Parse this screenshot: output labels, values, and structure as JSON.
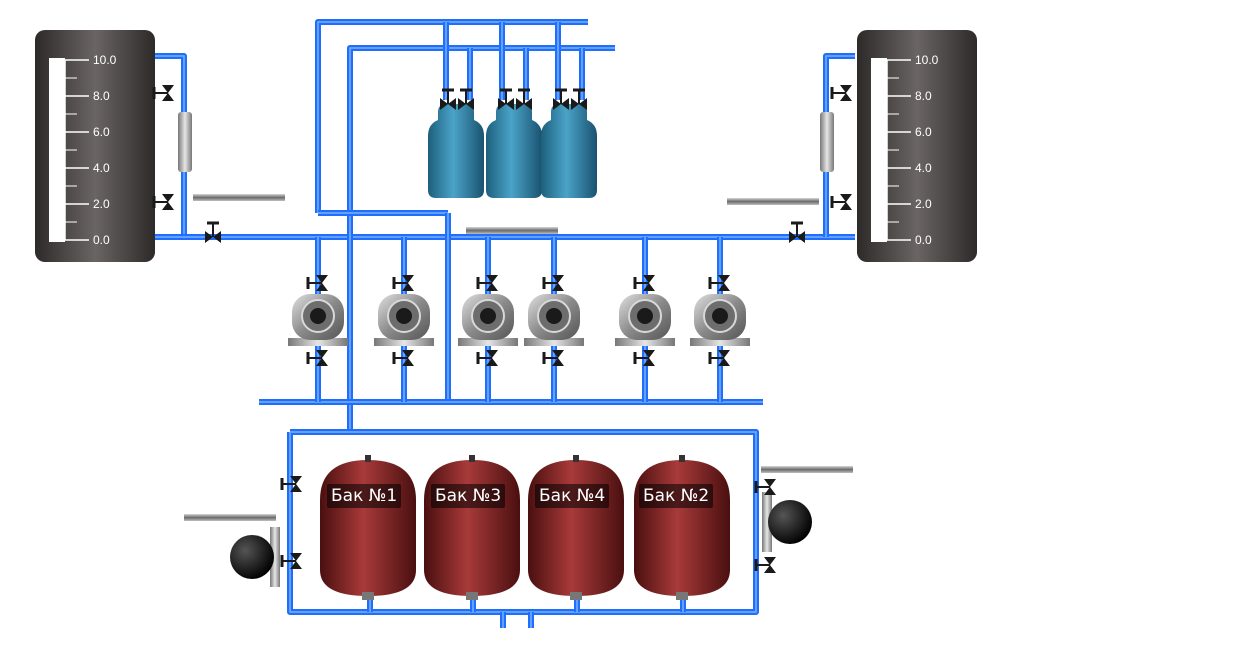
{
  "colors": {
    "pipe": "#1f6fff",
    "pipe_highlight": "#7fb0ff",
    "tank_body": "#444040",
    "pump_body": "#9a9a9a",
    "filter_body": "#2b7fa3",
    "expansion_tank": "#7a1e1e",
    "valve": "#1a1a1a"
  },
  "level_tanks": [
    {
      "name": "left-level-tank",
      "ticks": [
        "10.0",
        "8.0",
        "6.0",
        "4.0",
        "2.0",
        "0.0"
      ]
    },
    {
      "name": "right-level-tank",
      "ticks": [
        "10.0",
        "8.0",
        "6.0",
        "4.0",
        "2.0",
        "0.0"
      ]
    }
  ],
  "filters": {
    "count": 3
  },
  "pumps": {
    "count": 6
  },
  "expansion_tanks": [
    {
      "label": "Бак №1"
    },
    {
      "label": "Бак №3"
    },
    {
      "label": "Бак №4"
    },
    {
      "label": "Бак №2"
    }
  ],
  "icons": [
    "gate-valve-icon",
    "circulation-pump-icon",
    "filter-vessel-icon",
    "expansion-tank-icon",
    "pressure-gauge-icon",
    "flow-meter-icon",
    "level-tank-icon"
  ]
}
